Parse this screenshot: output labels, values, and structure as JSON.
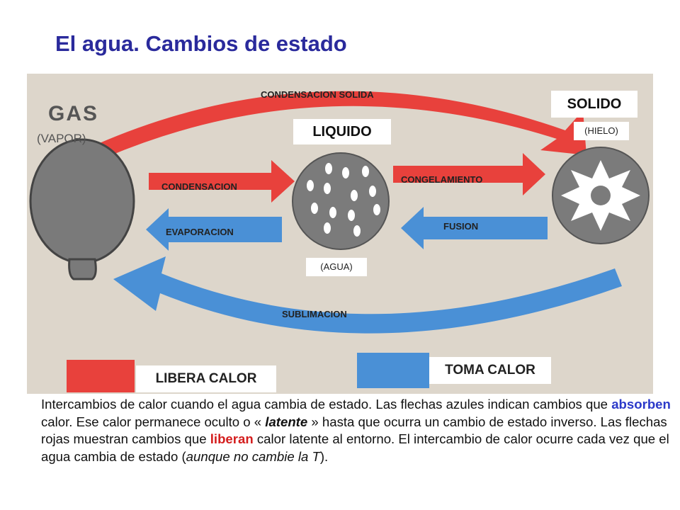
{
  "title": "El agua. Cambios de estado",
  "states": {
    "gas": "GAS",
    "gas_sub": "(VAPOR)",
    "liquid": "LIQUIDO",
    "liquid_sub": "(AGUA)",
    "solid": "SOLIDO",
    "solid_sub": "(HIELO)"
  },
  "processes": {
    "condensacion_solida": "CONDENSACION SOLIDA",
    "condensacion": "CONDENSACION",
    "evaporacion": "EVAPORACION",
    "congelamiento": "CONGELAMIENTO",
    "fusion": "FUSION",
    "sublimacion": "SUBLIMACION"
  },
  "legend": {
    "red": "LIBERA CALOR",
    "blue": "TOMA CALOR"
  },
  "caption": {
    "p1": "Intercambios de calor cuando el agua cambia de estado. Las flechas azules indican cambios que ",
    "absorben": "absorben",
    "p2": " calor. Ese calor permanece oculto o « ",
    "latente": "latente",
    "p3": " » hasta que ocurra un cambio de estado inverso. Las flechas rojas muestran cambios que ",
    "liberan": "liberan",
    "p4": " calor latente al entorno. El intercambio de calor ocurre cada vez que el agua cambia de estado (",
    "italic": "aunque no cambie la T",
    "p5": ")."
  },
  "colors": {
    "red_arrow": "#e8413c",
    "blue_arrow": "#4a90d6",
    "title": "#2a2a9c",
    "panel": "#ddd6cb"
  }
}
